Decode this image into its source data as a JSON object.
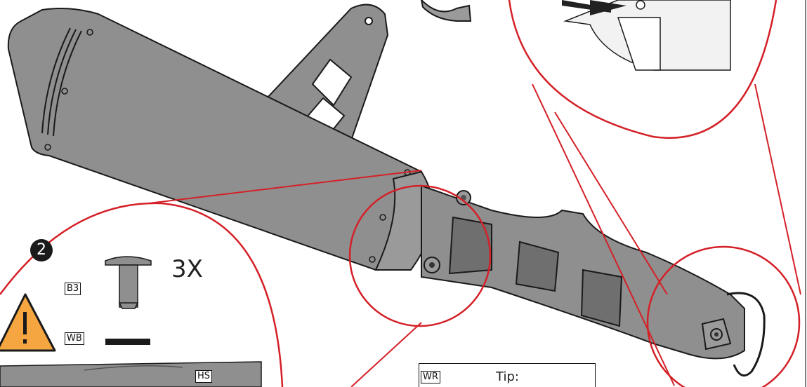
{
  "step": {
    "number": "2"
  },
  "parts": {
    "bolt": {
      "code": "B3",
      "quantity": "3X"
    },
    "washer": {
      "code": "WB"
    },
    "heatshield": {
      "code": "HS"
    },
    "wrench": {
      "code": "WR"
    }
  },
  "tip": {
    "label": "Tip:"
  },
  "colors": {
    "callout": "#d42027",
    "muffler": "#8f8f8f",
    "warning": "#f5a641",
    "outline": "#1a1a1a"
  },
  "icons": [
    "warning-triangle-icon",
    "bolt-icon",
    "washer-icon",
    "direction-arrow-icon"
  ]
}
